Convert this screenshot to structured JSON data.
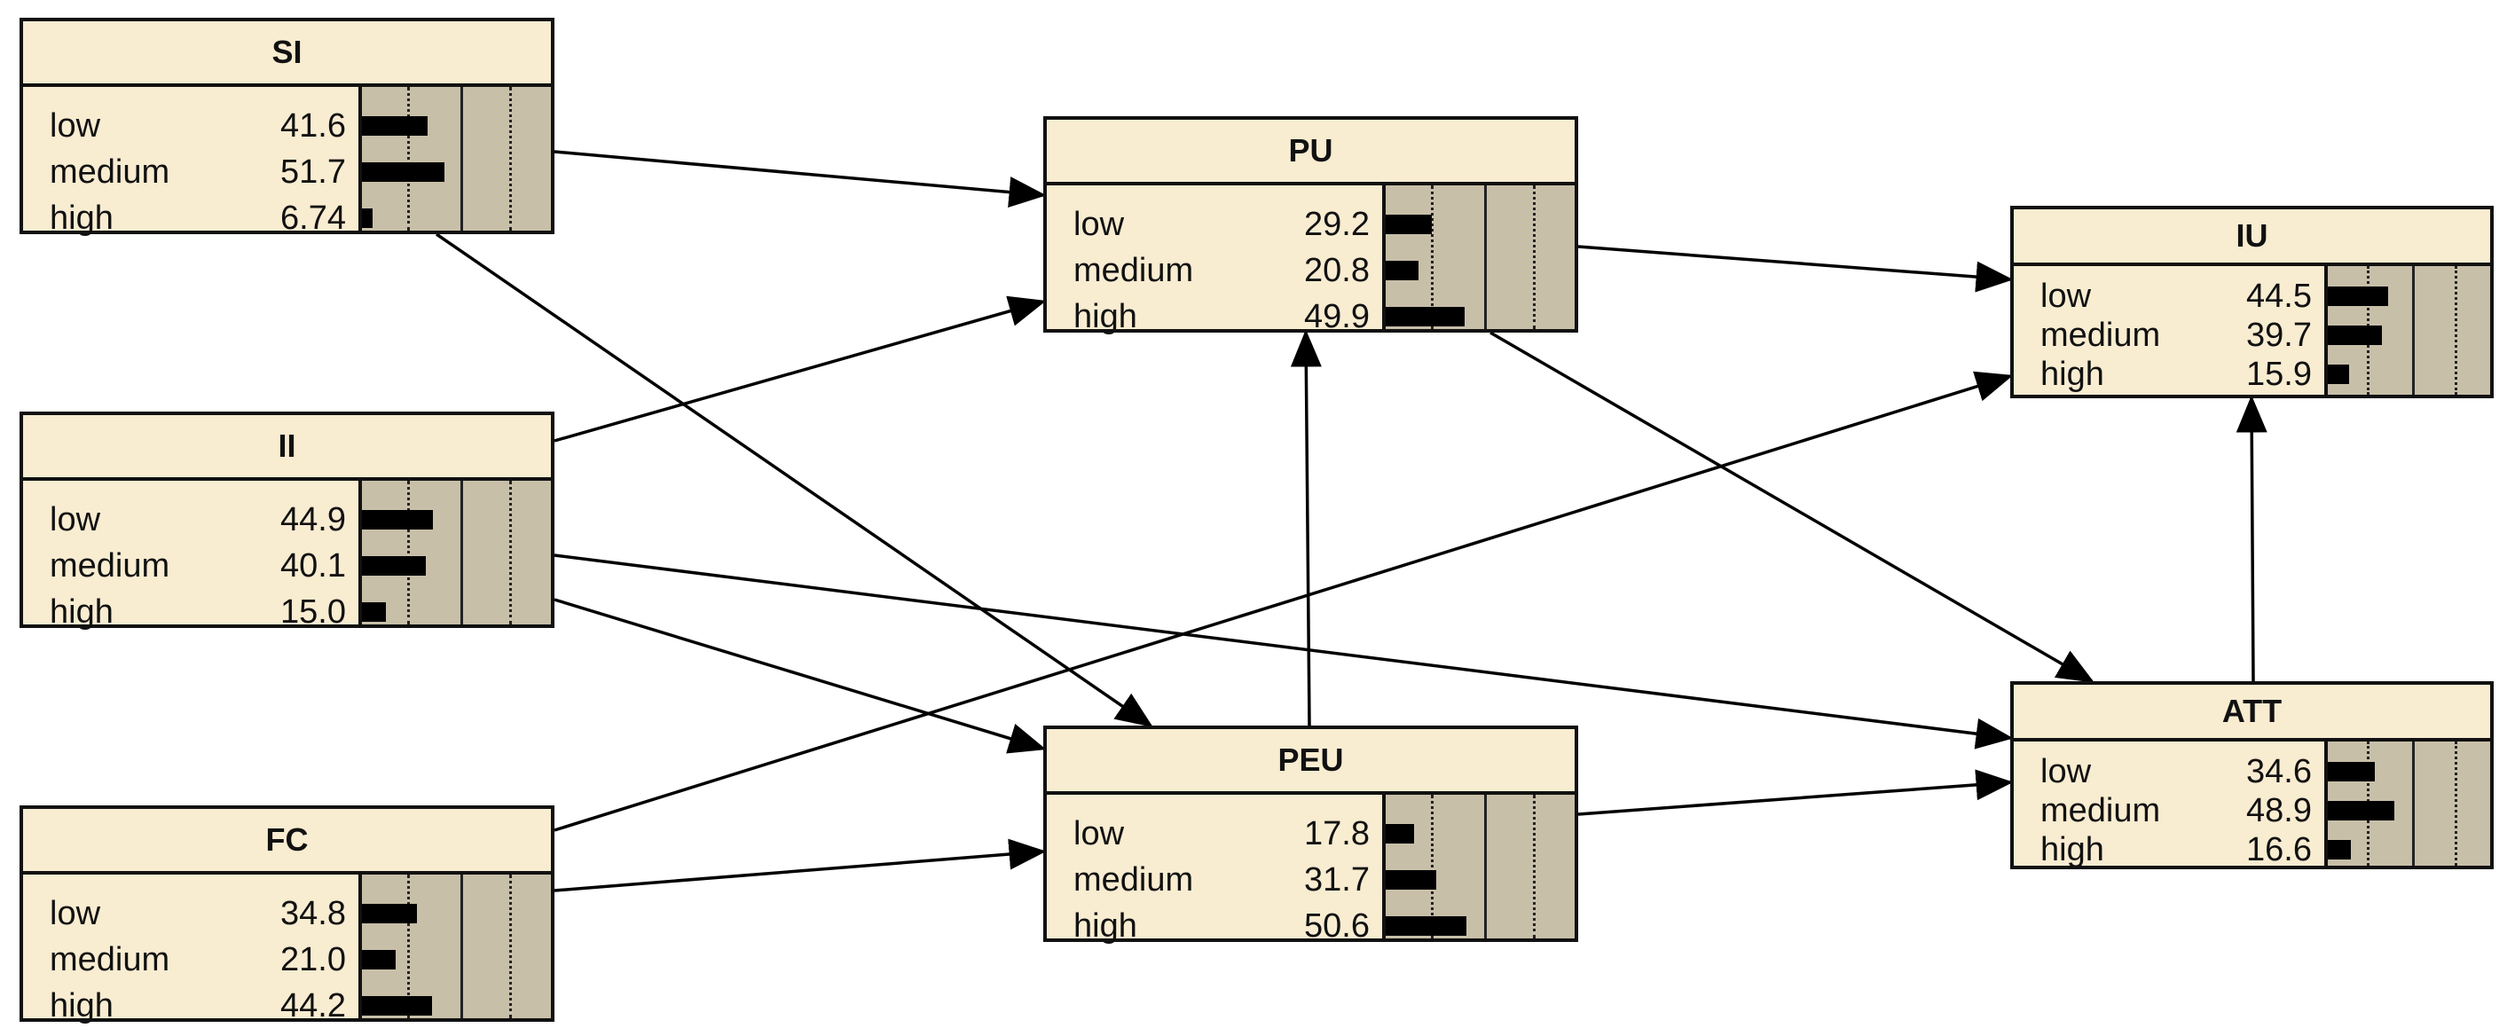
{
  "nodes": {
    "SI": {
      "title": "SI",
      "states": [
        {
          "label": "low",
          "value": "41.6"
        },
        {
          "label": "medium",
          "value": "51.7"
        },
        {
          "label": "high",
          "value": "6.74"
        }
      ]
    },
    "II": {
      "title": "II",
      "states": [
        {
          "label": "low",
          "value": "44.9"
        },
        {
          "label": "medium",
          "value": "40.1"
        },
        {
          "label": "high",
          "value": "15.0"
        }
      ]
    },
    "FC": {
      "title": "FC",
      "states": [
        {
          "label": "low",
          "value": "34.8"
        },
        {
          "label": "medium",
          "value": "21.0"
        },
        {
          "label": "high",
          "value": "44.2"
        }
      ]
    },
    "PU": {
      "title": "PU",
      "states": [
        {
          "label": "low",
          "value": "29.2"
        },
        {
          "label": "medium",
          "value": "20.8"
        },
        {
          "label": "high",
          "value": "49.9"
        }
      ]
    },
    "PEU": {
      "title": "PEU",
      "states": [
        {
          "label": "low",
          "value": "17.8"
        },
        {
          "label": "medium",
          "value": "31.7"
        },
        {
          "label": "high",
          "value": "50.6"
        }
      ]
    },
    "IU": {
      "title": "IU",
      "states": [
        {
          "label": "low",
          "value": "44.5"
        },
        {
          "label": "medium",
          "value": "39.7"
        },
        {
          "label": "high",
          "value": "15.9"
        }
      ]
    },
    "ATT": {
      "title": "ATT",
      "states": [
        {
          "label": "low",
          "value": "34.6"
        },
        {
          "label": "medium",
          "value": "48.9"
        },
        {
          "label": "high",
          "value": "16.6"
        }
      ]
    }
  },
  "edges": [
    [
      "SI",
      "PU"
    ],
    [
      "SI",
      "PEU"
    ],
    [
      "II",
      "PU"
    ],
    [
      "II",
      "PEU"
    ],
    [
      "II",
      "ATT"
    ],
    [
      "FC",
      "PEU"
    ],
    [
      "FC",
      "IU"
    ],
    [
      "PEU",
      "PU"
    ],
    [
      "PEU",
      "ATT"
    ],
    [
      "PU",
      "IU"
    ],
    [
      "PU",
      "ATT"
    ],
    [
      "ATT",
      "IU"
    ]
  ],
  "colors": {
    "node_fill": "#f8ecd1",
    "bar_panel": "#c8bfa9",
    "bar": "#000000",
    "border": "#111111"
  }
}
